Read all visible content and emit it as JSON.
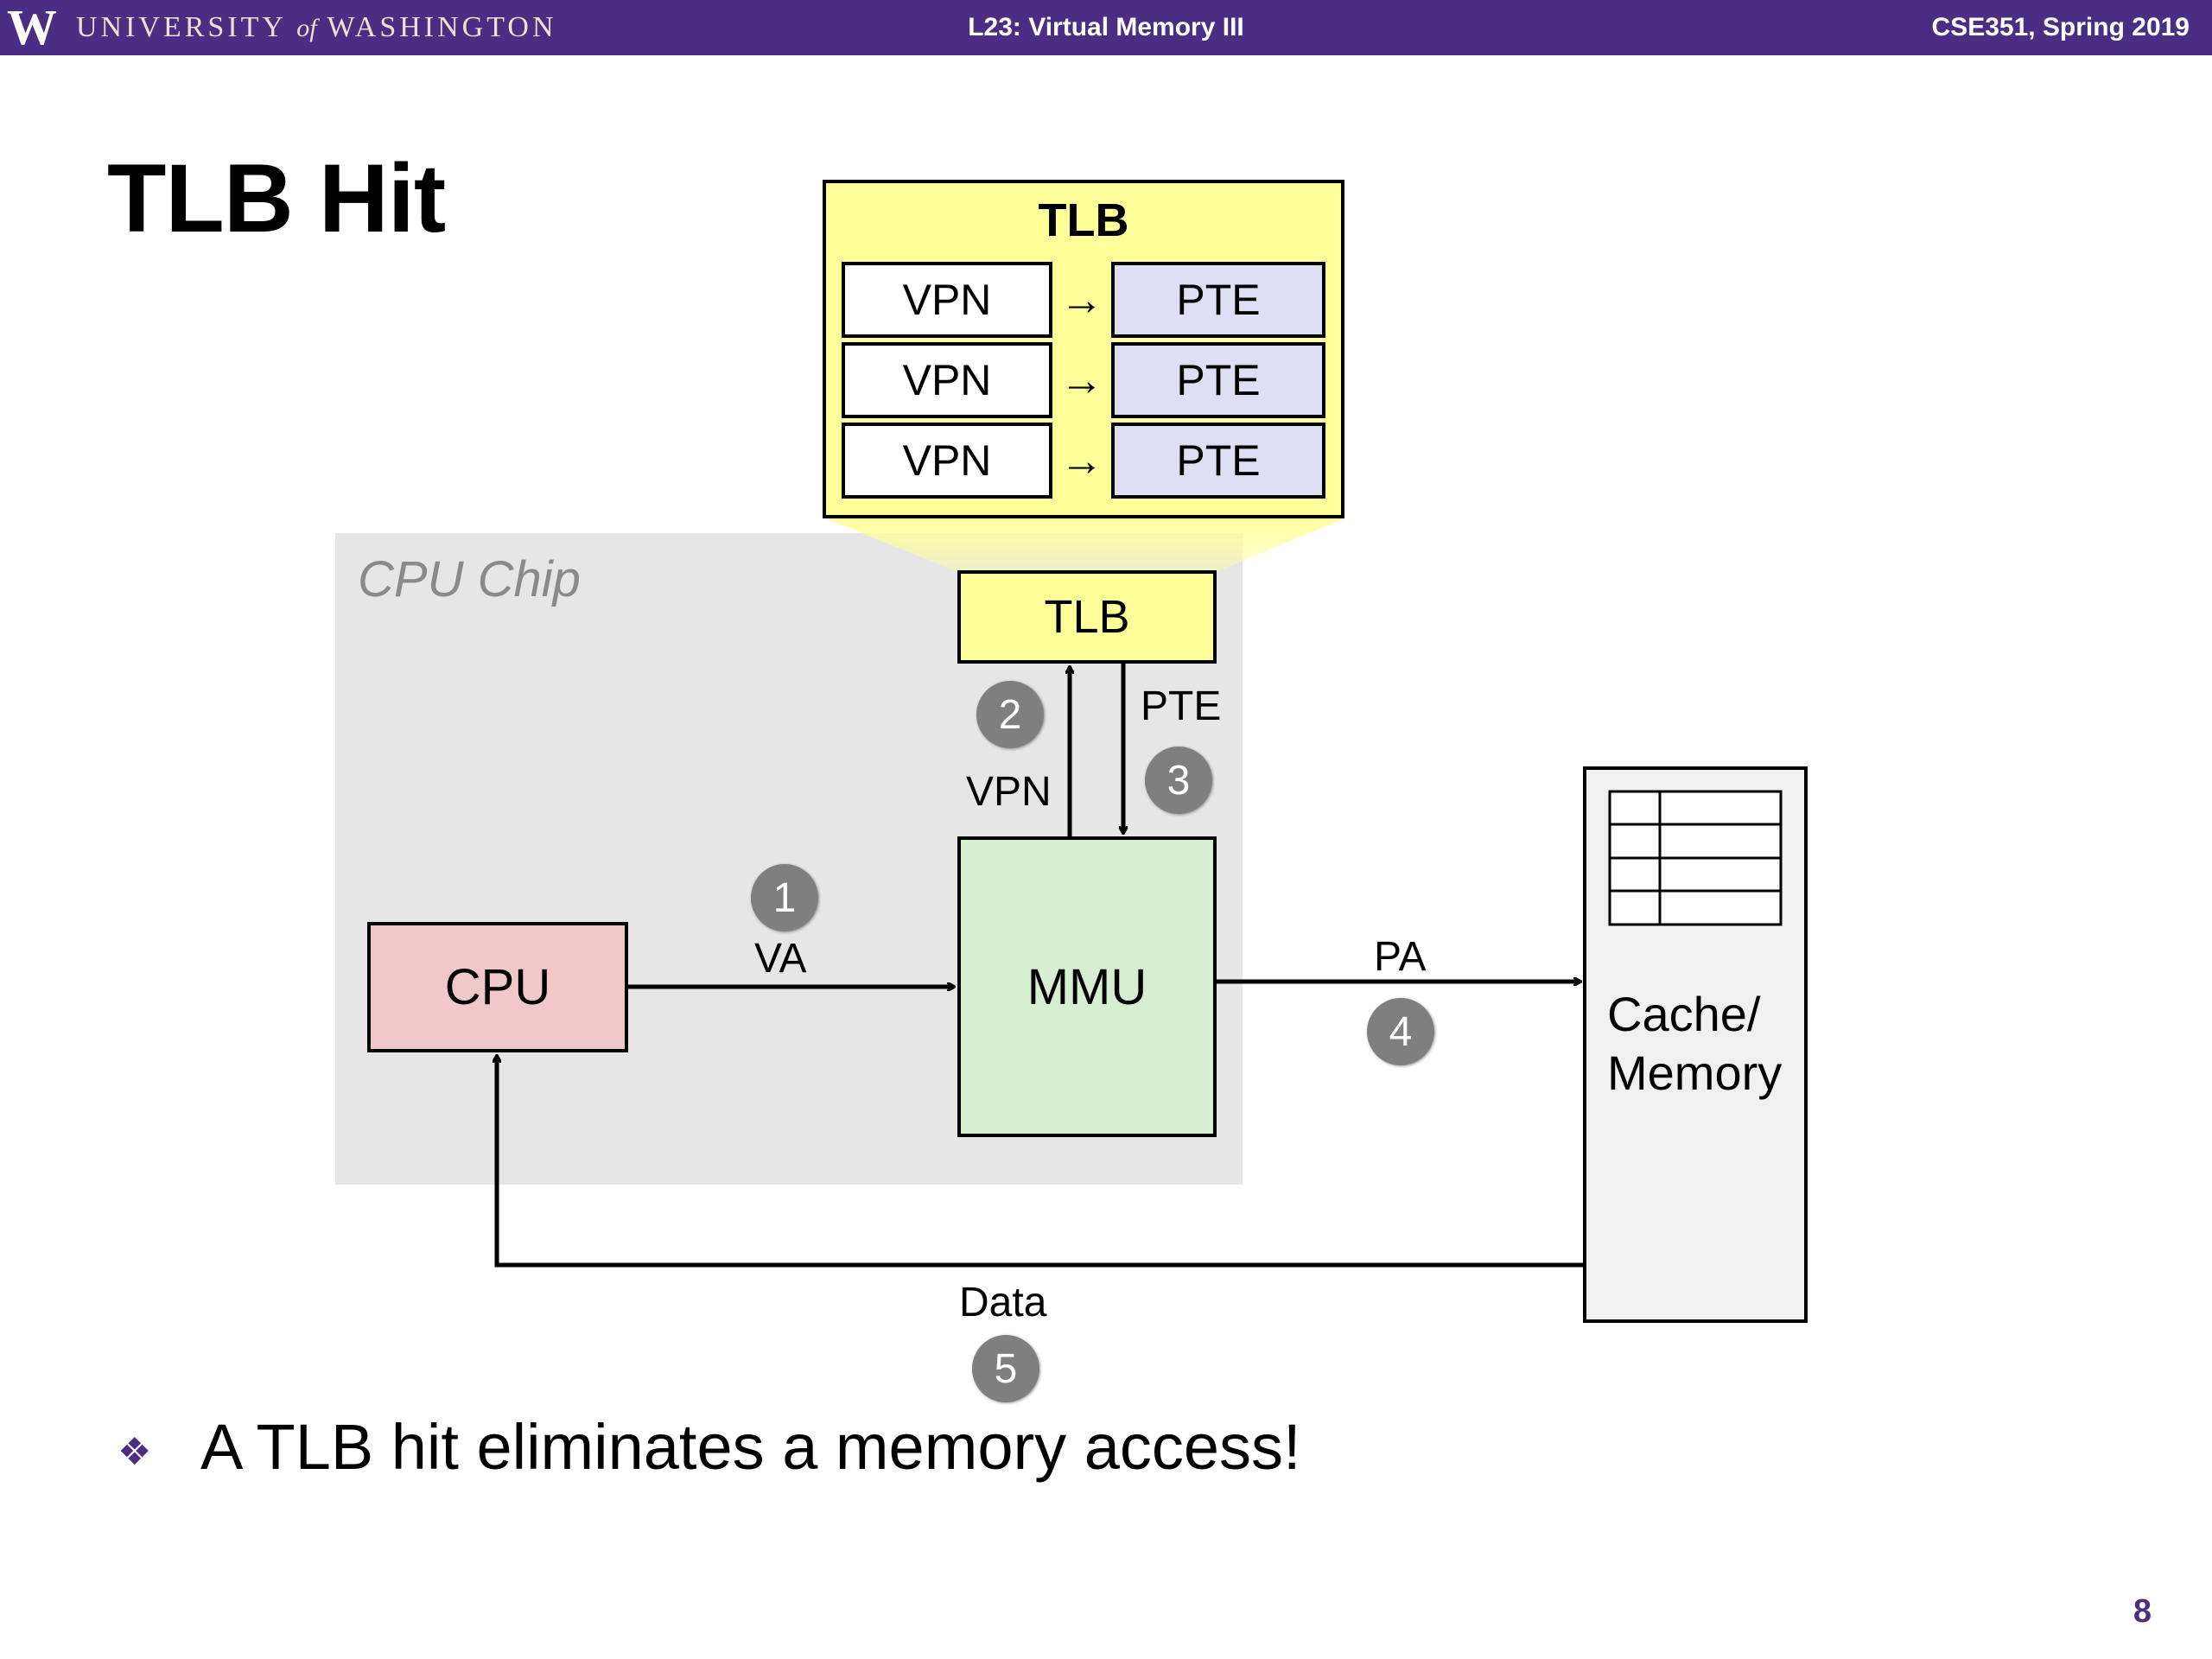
{
  "header": {
    "logo_letter": "W",
    "university_pre": "UNIVERSITY",
    "university_of": "of",
    "university_post": "WASHINGTON",
    "lecture": "L23:  Virtual Memory III",
    "course": "CSE351, Spring 2019"
  },
  "slide": {
    "title": "TLB Hit",
    "page_number": "8"
  },
  "tlb_detail": {
    "title": "TLB",
    "rows": [
      {
        "vpn": "VPN",
        "arrow": "→",
        "pte": "PTE"
      },
      {
        "vpn": "VPN",
        "arrow": "→",
        "pte": "PTE"
      },
      {
        "vpn": "VPN",
        "arrow": "→",
        "pte": "PTE"
      }
    ]
  },
  "diagram": {
    "chip_label": "CPU Chip",
    "tlb_label": "TLB",
    "cpu_label": "CPU",
    "mmu_label": "MMU",
    "memory_label_line1": "Cache/",
    "memory_label_line2": "Memory",
    "va_label": "VA",
    "vpn_label": "VPN",
    "pte_label": "PTE",
    "pa_label": "PA",
    "data_label": "Data",
    "steps": [
      "1",
      "2",
      "3",
      "4",
      "5"
    ]
  },
  "bullet": {
    "symbol": "❖",
    "text": "A TLB hit eliminates a memory access!"
  },
  "colors": {
    "header_purple": "#4b2e83",
    "tlb_yellow": "#ffff99",
    "cpu_pink": "#f0c8cc",
    "mmu_green": "#d5efd0",
    "pte_lavender": "#dedef5",
    "chip_gray": "#e6e6e6",
    "badge_gray": "#7f7f7f"
  }
}
